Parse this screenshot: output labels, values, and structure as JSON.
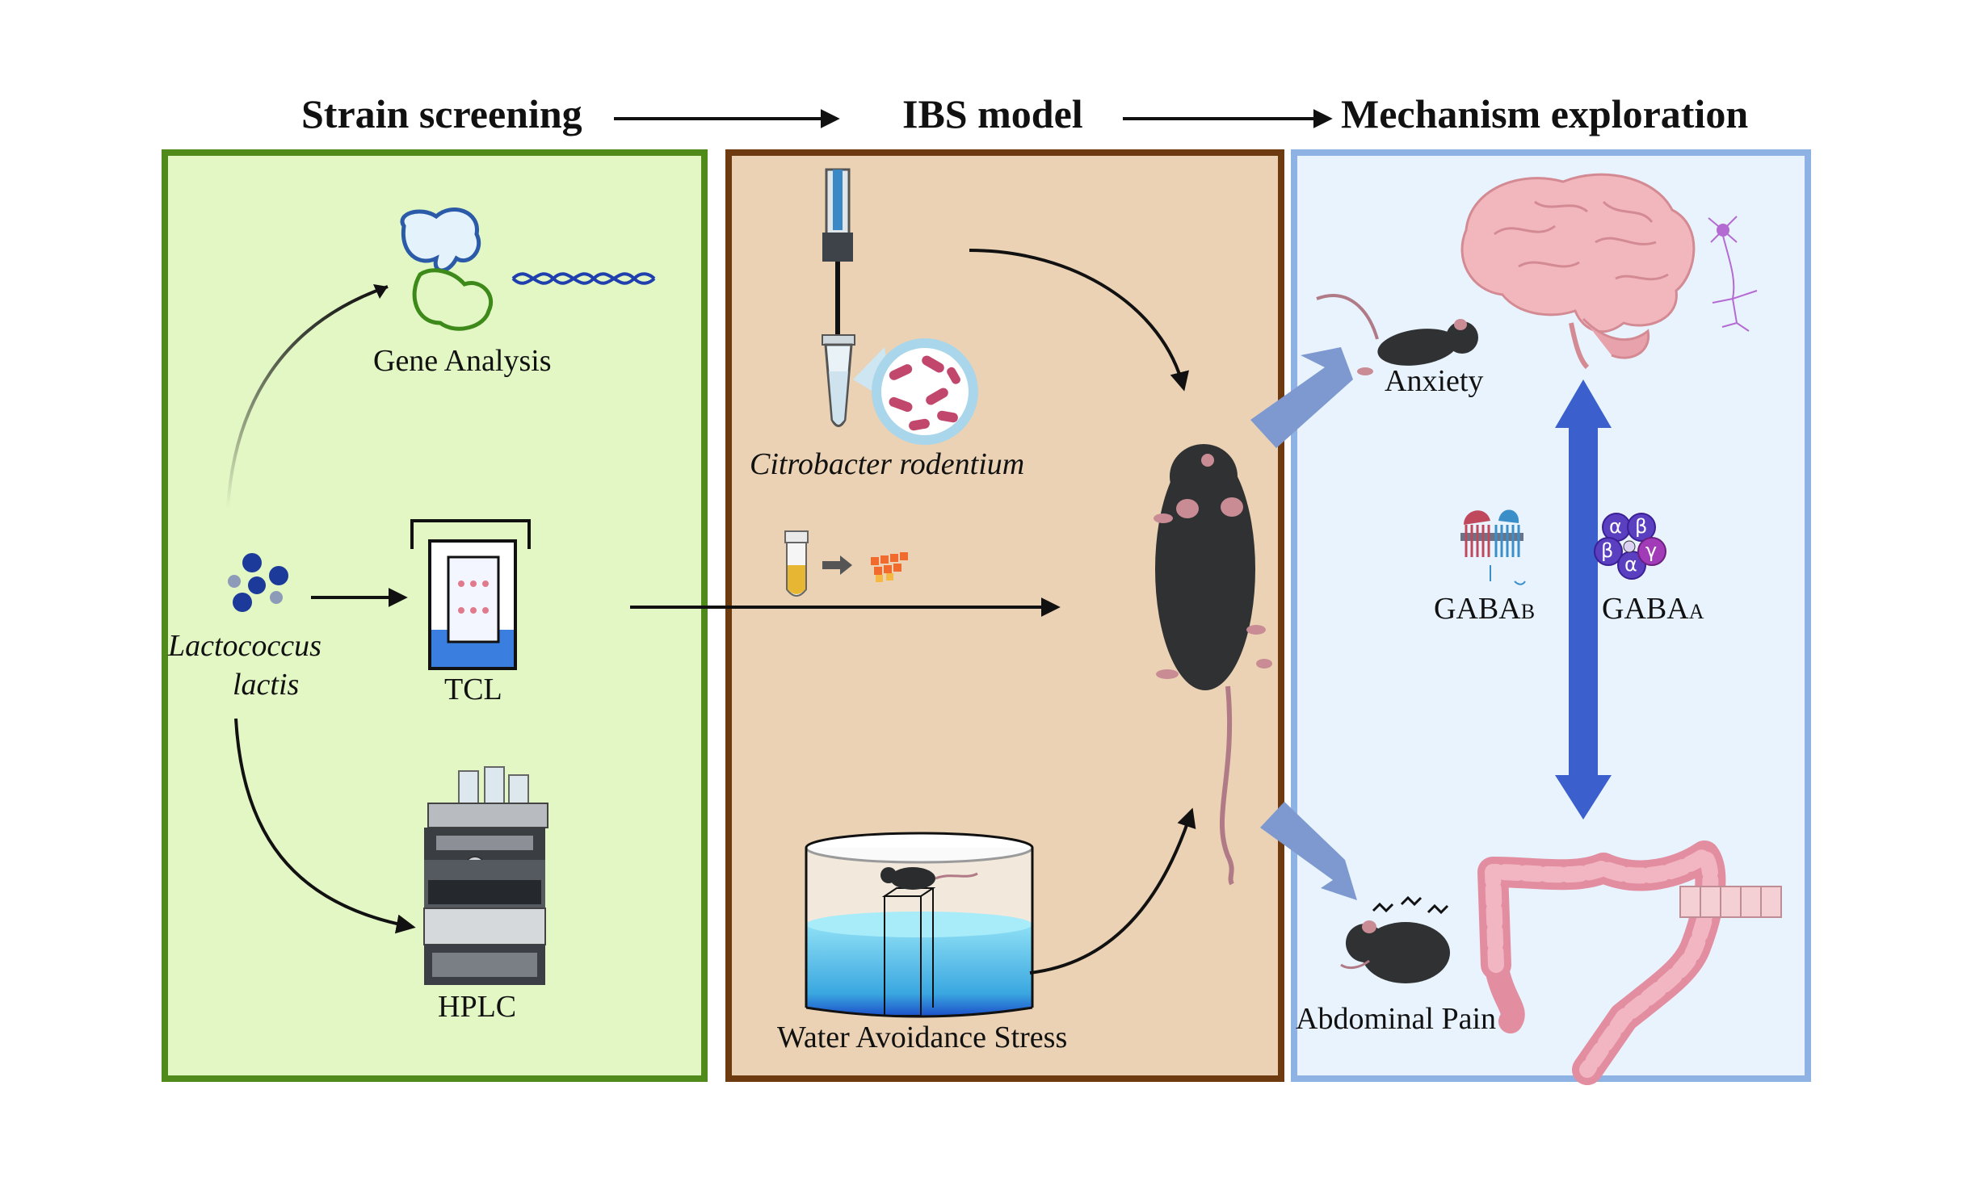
{
  "headers": {
    "strain_screening": "Strain screening",
    "ibs_model": "IBS model",
    "mechanism_exploration": "Mechanism exploration"
  },
  "panels": {
    "left": {
      "border_color": "#4f8a1a",
      "fill_color": "#e3f7c5"
    },
    "middle": {
      "border_color": "#6e3a10",
      "fill_color": "#ebd2b4"
    },
    "right": {
      "border_color": "#8fb2e4",
      "fill_color": "#e9f3fd"
    }
  },
  "strain_screening": {
    "organism_line1": "Lactococcus",
    "organism_line2": "lactis",
    "gene_analysis": "Gene Analysis",
    "tcl": "TCL",
    "hplc": "HPLC"
  },
  "ibs_model": {
    "pathogen": "Citrobacter rodentium",
    "stress": "Water Avoidance Stress"
  },
  "mechanism": {
    "anxiety": "Anxiety",
    "abdominal_pain": "Abdominal Pain",
    "gabab_main": "GABA",
    "gabab_sub": "B",
    "gabaa_main": "GABA",
    "gabaa_sub": "A",
    "receptor_subunits": [
      "α",
      "β",
      "β",
      "α",
      "γ"
    ]
  },
  "icons": [
    "protein-icon",
    "dna-helix-icon",
    "bacteria-dots-icon",
    "tlc-chamber-icon",
    "hplc-instrument-icon",
    "syringe-icon",
    "tube-icon",
    "bacteria-magnifier-icon",
    "culture-icon",
    "mouse-icon",
    "water-tank-icon",
    "brain-icon",
    "neuron-icon",
    "colon-icon",
    "epithelium-icon"
  ]
}
